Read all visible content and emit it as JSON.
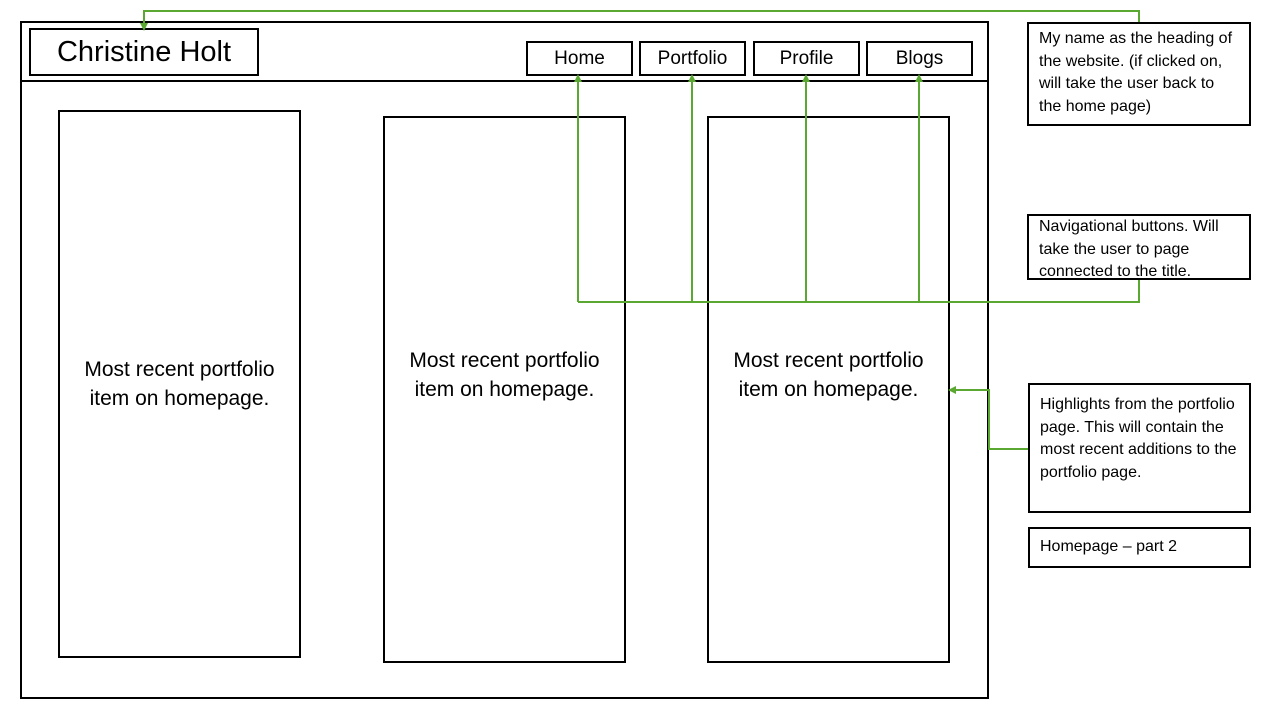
{
  "wireframe": {
    "site_title": "Christine Holt",
    "nav": {
      "home": "Home",
      "portfolio": "Portfolio",
      "profile": "Profile",
      "blogs": "Blogs"
    },
    "cards": [
      "Most recent portfolio item on homepage.",
      "Most recent portfolio item on homepage.",
      "Most recent portfolio item on homepage."
    ]
  },
  "annotations": {
    "heading_note": "My name as the heading of the website. (if clicked on, will take the user back to the home page)",
    "nav_note": "Navigational buttons. Will take the user to page connected to the title.",
    "highlights_note": "Highlights from the portfolio page. This will contain the most recent additions to the portfolio page.",
    "page_label": "Homepage – part 2"
  },
  "colors": {
    "connector": "#5aa832",
    "outline": "#000000"
  }
}
